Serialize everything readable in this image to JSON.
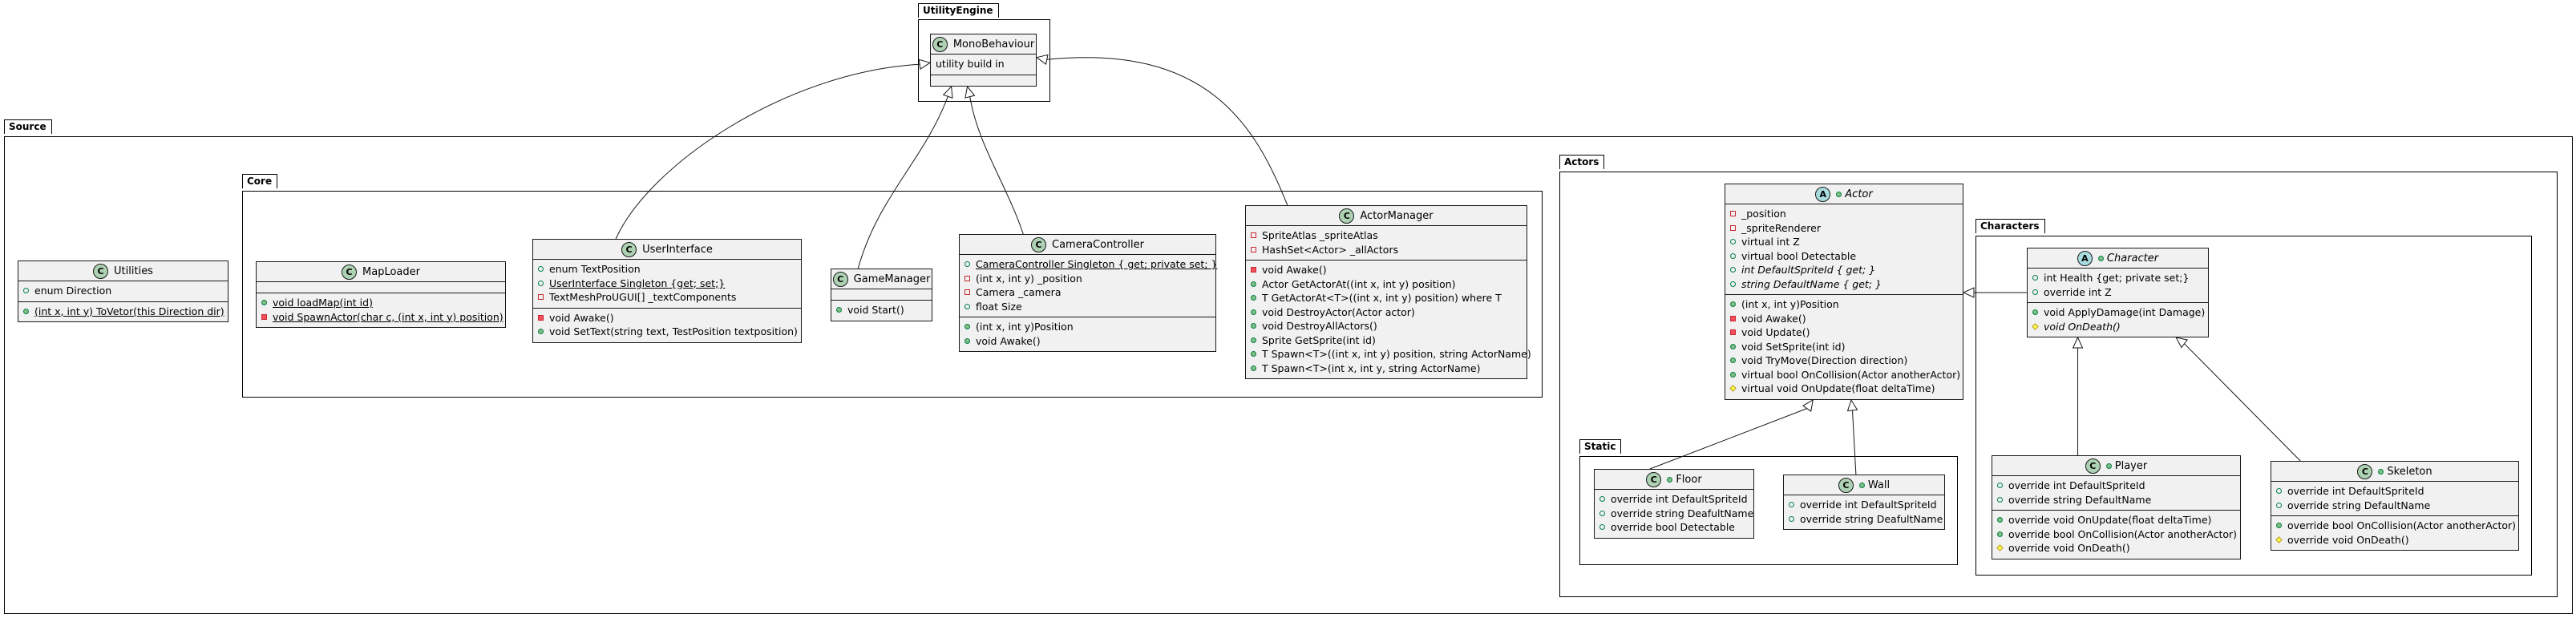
{
  "packages": {
    "utility_engine": "UtilityEngine",
    "source": "Source",
    "core": "Core",
    "actors": "Actors",
    "characters": "Characters",
    "static": "Static"
  },
  "classes": {
    "monobehaviour": {
      "name": "MonoBehaviour",
      "badge": "C",
      "sections": [
        [
          {
            "text": "utility build in"
          }
        ],
        []
      ]
    },
    "utilities": {
      "name": "Utilities",
      "badge": "C",
      "sections": [
        [
          {
            "vis": "pubo",
            "text": "enum Direction"
          }
        ],
        [
          {
            "vis": "pub",
            "text": "(int x, int y) ToVetor(this Direction dir)",
            "style": "u"
          }
        ]
      ]
    },
    "maploader": {
      "name": "MapLoader",
      "badge": "C",
      "sections": [
        [],
        [
          {
            "vis": "pub",
            "text": "void loadMap(int id)",
            "style": "u"
          },
          {
            "vis": "priv",
            "text": "void SpawnActor(char c, (int x, int y) position)",
            "style": "u"
          }
        ]
      ]
    },
    "userinterface": {
      "name": "UserInterface",
      "badge": "C",
      "sections": [
        [
          {
            "vis": "pubo",
            "text": "enum TextPosition"
          },
          {
            "vis": "pubo",
            "text": "UserInterface Singleton {get; set;}",
            "style": "u"
          },
          {
            "vis": "privo",
            "text": "TextMeshProUGUI[] _textComponents"
          }
        ],
        [
          {
            "vis": "priv",
            "text": "void Awake()"
          },
          {
            "vis": "pub",
            "text": "void SetText(string text, TestPosition textposition)"
          }
        ]
      ]
    },
    "gamemanager": {
      "name": "GameManager",
      "badge": "C",
      "sections": [
        [],
        [
          {
            "vis": "pub",
            "text": "void Start()"
          }
        ]
      ]
    },
    "cameracontroller": {
      "name": "CameraController",
      "badge": "C",
      "sections": [
        [
          {
            "vis": "pubo",
            "text": "CameraController Singleton { get; private set; }",
            "style": "u"
          },
          {
            "vis": "privo",
            "text": "(int x, int y) _position"
          },
          {
            "vis": "privo",
            "text": "Camera _camera"
          },
          {
            "vis": "pubo",
            "text": "float Size"
          }
        ],
        [
          {
            "vis": "pub",
            "text": "(int x, int y)Position"
          },
          {
            "vis": "pub",
            "text": "void Awake()"
          }
        ]
      ]
    },
    "actormanager": {
      "name": "ActorManager",
      "badge": "C",
      "sections": [
        [
          {
            "vis": "privo",
            "text": "SpriteAtlas _spriteAtlas"
          },
          {
            "vis": "privo",
            "text": "HashSet<Actor> _allActors"
          }
        ],
        [
          {
            "vis": "priv",
            "text": "void Awake()"
          },
          {
            "vis": "pub",
            "text": "Actor GetActorAt((int x, int y) position)"
          },
          {
            "vis": "pub",
            "text": "T GetActorAt<T>((int x, int y) position) where T"
          },
          {
            "vis": "pub",
            "text": "void DestroyActor(Actor actor)"
          },
          {
            "vis": "pub",
            "text": "void DestroyAllActors()"
          },
          {
            "vis": "pub",
            "text": "Sprite GetSprite(int id)"
          },
          {
            "vis": "pub",
            "text": "T Spawn<T>((int x, int y) position, string ActorName)"
          },
          {
            "vis": "pub",
            "text": "T Spawn<T>(int x, int y, string ActorName)"
          }
        ]
      ]
    },
    "actor": {
      "name": "Actor",
      "badge": "A",
      "italic": true,
      "dot": true,
      "sections": [
        [
          {
            "vis": "privo",
            "text": "_position"
          },
          {
            "vis": "privo",
            "text": "_spriteRenderer"
          },
          {
            "vis": "pubo",
            "text": "virtual int Z"
          },
          {
            "vis": "pubo",
            "text": "virtual bool Detectable"
          },
          {
            "vis": "pubo",
            "text": "int DefaultSpriteId { get; }",
            "style": "i"
          },
          {
            "vis": "pubo",
            "text": "string DefaultName { get; }",
            "style": "i"
          }
        ],
        [
          {
            "vis": "pub",
            "text": "(int x, int y)Position"
          },
          {
            "vis": "priv",
            "text": "void Awake()"
          },
          {
            "vis": "priv",
            "text": "void Update()"
          },
          {
            "vis": "pub",
            "text": "void SetSprite(int id)"
          },
          {
            "vis": "pub",
            "text": "void TryMove(Direction direction)"
          },
          {
            "vis": "pub",
            "text": "virtual bool OnCollision(Actor anotherActor)"
          },
          {
            "vis": "prot",
            "text": "virtual void OnUpdate(float deltaTime)"
          }
        ]
      ]
    },
    "character": {
      "name": "Character",
      "badge": "A",
      "italic": true,
      "dot": true,
      "sections": [
        [
          {
            "vis": "pubo",
            "text": "int Health {get; private set;}"
          },
          {
            "vis": "pubo",
            "text": "override int Z"
          }
        ],
        [
          {
            "vis": "pub",
            "text": "void ApplyDamage(int Damage)"
          },
          {
            "vis": "prot",
            "text": "void OnDeath()",
            "style": "i"
          }
        ]
      ]
    },
    "floor": {
      "name": "Floor",
      "badge": "C",
      "dot": true,
      "sections": [
        [
          {
            "vis": "pubo",
            "text": "override int DefaultSpriteId"
          },
          {
            "vis": "pubo",
            "text": "override string DeafultName"
          },
          {
            "vis": "pubo",
            "text": "override bool Detectable"
          }
        ]
      ]
    },
    "wall": {
      "name": "Wall",
      "badge": "C",
      "dot": true,
      "sections": [
        [
          {
            "vis": "pubo",
            "text": "override int DefaultSpriteId"
          },
          {
            "vis": "pubo",
            "text": "override string DeafultName"
          }
        ]
      ]
    },
    "player": {
      "name": "Player",
      "badge": "C",
      "dot": true,
      "sections": [
        [
          {
            "vis": "pubo",
            "text": "override int DefaultSpriteId"
          },
          {
            "vis": "pubo",
            "text": "override string DefaultName"
          }
        ],
        [
          {
            "vis": "pub",
            "text": "override void OnUpdate(float deltaTime)"
          },
          {
            "vis": "pub",
            "text": "override bool OnCollision(Actor anotherActor)"
          },
          {
            "vis": "prot",
            "text": "override void OnDeath()"
          }
        ]
      ]
    },
    "skeleton": {
      "name": "Skeleton",
      "badge": "C",
      "dot": true,
      "sections": [
        [
          {
            "vis": "pubo",
            "text": "override int DefaultSpriteId"
          },
          {
            "vis": "pubo",
            "text": "override string DefaultName"
          }
        ],
        [
          {
            "vis": "pub",
            "text": "override bool OnCollision(Actor anotherActor)"
          },
          {
            "vis": "prot",
            "text": "override void OnDeath()"
          }
        ]
      ]
    }
  },
  "relations": [
    {
      "from": "userinterface",
      "to": "monobehaviour",
      "type": "inheritance"
    },
    {
      "from": "gamemanager",
      "to": "monobehaviour",
      "type": "inheritance"
    },
    {
      "from": "cameracontroller",
      "to": "monobehaviour",
      "type": "inheritance"
    },
    {
      "from": "actormanager",
      "to": "monobehaviour",
      "type": "inheritance"
    },
    {
      "from": "character",
      "to": "actor",
      "type": "inheritance"
    },
    {
      "from": "floor",
      "to": "actor",
      "type": "inheritance"
    },
    {
      "from": "wall",
      "to": "actor",
      "type": "inheritance"
    },
    {
      "from": "player",
      "to": "character",
      "type": "inheritance"
    },
    {
      "from": "skeleton",
      "to": "character",
      "type": "inheritance"
    }
  ]
}
